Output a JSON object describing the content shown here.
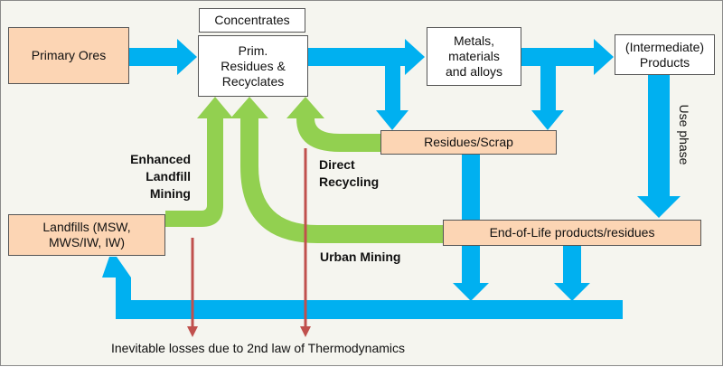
{
  "nodes": {
    "primary_ores": "Primary Ores",
    "concentrates": "Concentrates",
    "prim_residues": [
      "Prim.",
      "Residues &",
      "Recyclates"
    ],
    "metals": [
      "Metals,",
      "materials",
      "and alloys"
    ],
    "products": [
      "(Intermediate)",
      "Products"
    ],
    "residues_scrap": "Residues/Scrap",
    "end_of_life": "End-of-Life products/residues",
    "landfills": [
      "Landfills (MSW,",
      "MWS/IW, IW)"
    ]
  },
  "labels": {
    "enhanced_landfill_mining": [
      "Enhanced",
      "Landfill",
      "Mining"
    ],
    "direct_recycling": [
      "Direct",
      "Recycling"
    ],
    "urban_mining": "Urban Mining",
    "use_phase": "Use phase",
    "losses": "Inevitable losses due to 2nd law of Thermodynamics"
  },
  "colors": {
    "blue_flow": "#00b0f0",
    "green_flow": "#92d050",
    "loss_arrow": "#c0504d",
    "box_fill": "#fcd5b4"
  }
}
